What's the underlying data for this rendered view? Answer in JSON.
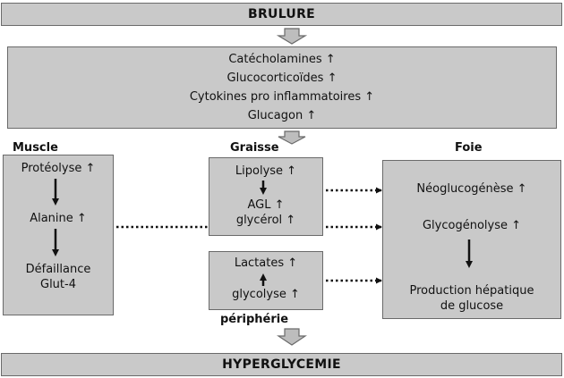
{
  "top_bar": {
    "label": "BRULURE"
  },
  "hormones": {
    "lines": [
      "Catécholamines ↑",
      "Glucocorticoïdes ↑",
      "Cytokines pro inflammatoires ↑",
      "Glucagon ↑"
    ]
  },
  "headers": {
    "muscle": "Muscle",
    "graisse": "Graisse",
    "foie": "Foie",
    "peripherie": "périphérie"
  },
  "muscle": {
    "proteolyse": "Protéolyse ↑",
    "alanine": "Alanine ↑",
    "defaillance_line1": "Défaillance",
    "defaillance_line2": "Glut-4"
  },
  "graisse": {
    "lipolyse": "Lipolyse ↑",
    "agl": "AGL ↑",
    "glycerol": "glycérol ↑"
  },
  "peripherie": {
    "lactates": "Lactates ↑",
    "glycolyse": "glycolyse ↑"
  },
  "foie": {
    "neoglucogenese": "Néoglucogénèse ↑",
    "glycogenolyse": "Glycogénolyse ↑",
    "production_line1": "Production hépatique",
    "production_line2": "de glucose"
  },
  "bottom_bar": {
    "label": "HYPERGLYCEMIE"
  }
}
